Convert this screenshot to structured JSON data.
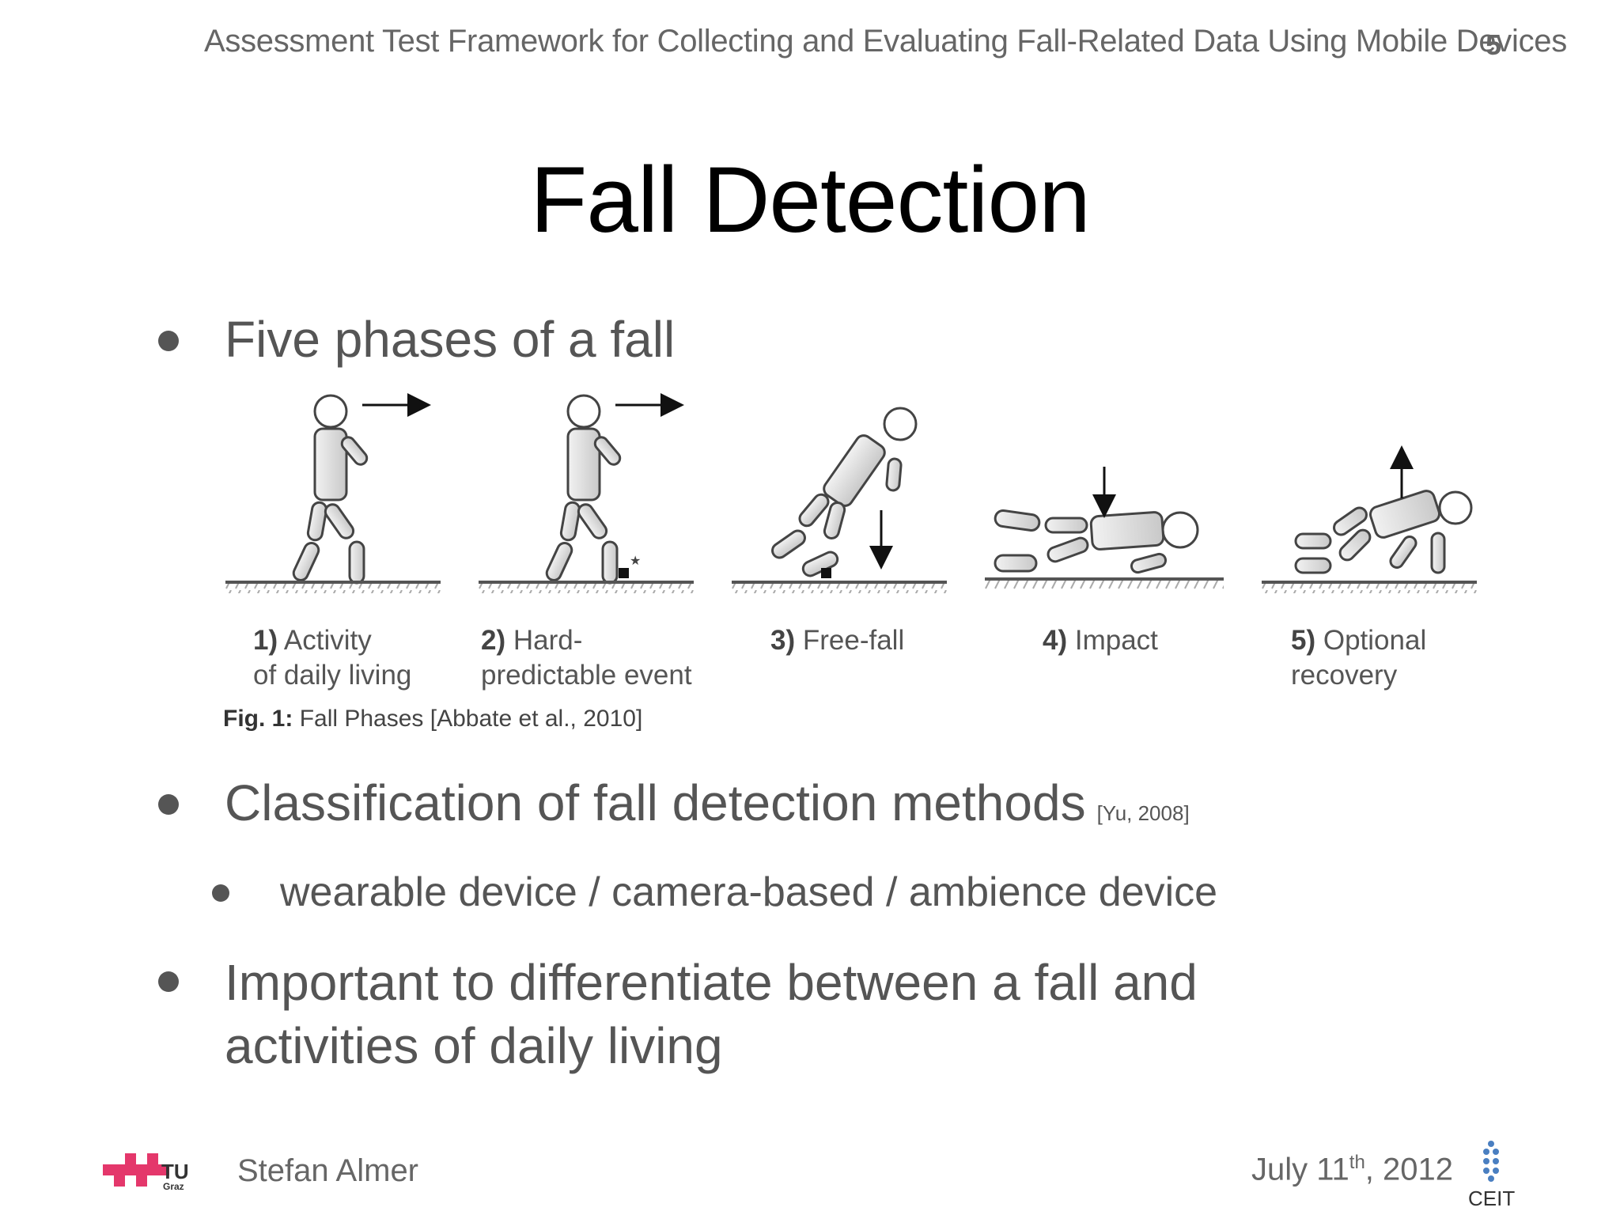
{
  "header": {
    "title": "Assessment Test Framework for Collecting and Evaluating Fall-Related Data Using Mobile Devices",
    "page_number": "5"
  },
  "slide": {
    "title": "Fall Detection",
    "bullets": [
      {
        "text": "Five phases of a fall"
      },
      {
        "text": "Classification of fall detection methods",
        "citation": "[Yu, 2008]"
      },
      {
        "text": "wearable device / camera-based / ambience device"
      },
      {
        "line1": "Important to differentiate between a fall and",
        "line2": "activities of daily living"
      }
    ]
  },
  "figure": {
    "phases": [
      {
        "num": "1)",
        "line1": "Activity",
        "line2": "of daily living"
      },
      {
        "num": "2)",
        "line1": "Hard-",
        "line2": "predictable event"
      },
      {
        "num": "3)",
        "line1": "Free-fall",
        "line2": ""
      },
      {
        "num": "4)",
        "line1": "Impact",
        "line2": ""
      },
      {
        "num": "5)",
        "line1": "Optional",
        "line2": "recovery"
      }
    ],
    "caption_label": "Fig. 1:",
    "caption_text": "Fall Phases [Abbate et al., 2010]"
  },
  "footer": {
    "author": "Stefan Almer",
    "date_prefix": "July 11",
    "date_sup": "th",
    "date_suffix": ", 2012",
    "logo_left_text": "TU",
    "logo_left_sub": "Graz",
    "logo_right_text": "CEIT"
  },
  "colors": {
    "text": "#555555",
    "tu_red": "#e4376b",
    "ceit_blue": "#4a7fc1"
  },
  "icons": [
    "tu-graz-logo",
    "ceit-logo",
    "arrow-right-icon",
    "arrow-down-icon",
    "arrow-up-icon"
  ]
}
